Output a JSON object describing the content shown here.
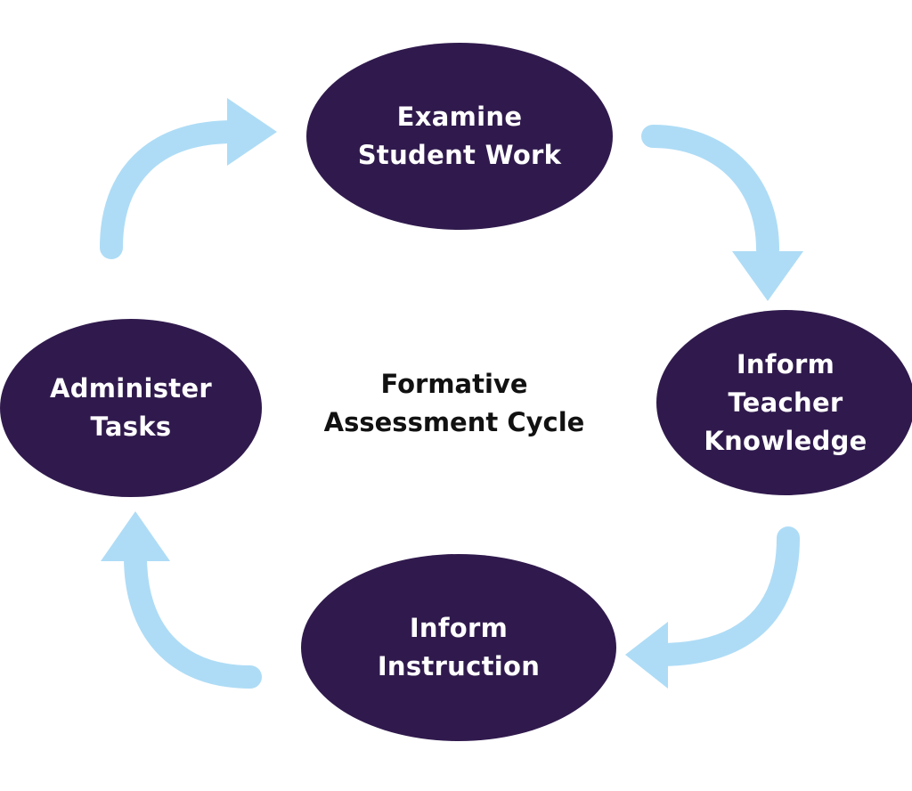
{
  "colors": {
    "node_fill": "#301a4d",
    "node_text": "#ffffff",
    "arrow": "#aedcf6",
    "center_text": "#111111"
  },
  "center": {
    "lines": [
      "Formative",
      "Assessment Cycle"
    ]
  },
  "nodes": {
    "examine": {
      "lines": [
        "Examine",
        "Student Work"
      ]
    },
    "knowledge": {
      "lines": [
        "Inform",
        "Teacher",
        "Knowledge"
      ]
    },
    "instruction": {
      "lines": [
        "Inform",
        "Instruction"
      ]
    },
    "administer": {
      "lines": [
        "Administer",
        "Tasks"
      ]
    }
  },
  "edges": [
    {
      "from": "Examine Student Work",
      "to": "Inform Teacher Knowledge"
    },
    {
      "from": "Inform Teacher Knowledge",
      "to": "Inform Instruction"
    },
    {
      "from": "Inform Instruction",
      "to": "Administer Tasks"
    },
    {
      "from": "Administer Tasks",
      "to": "Examine Student Work"
    }
  ]
}
